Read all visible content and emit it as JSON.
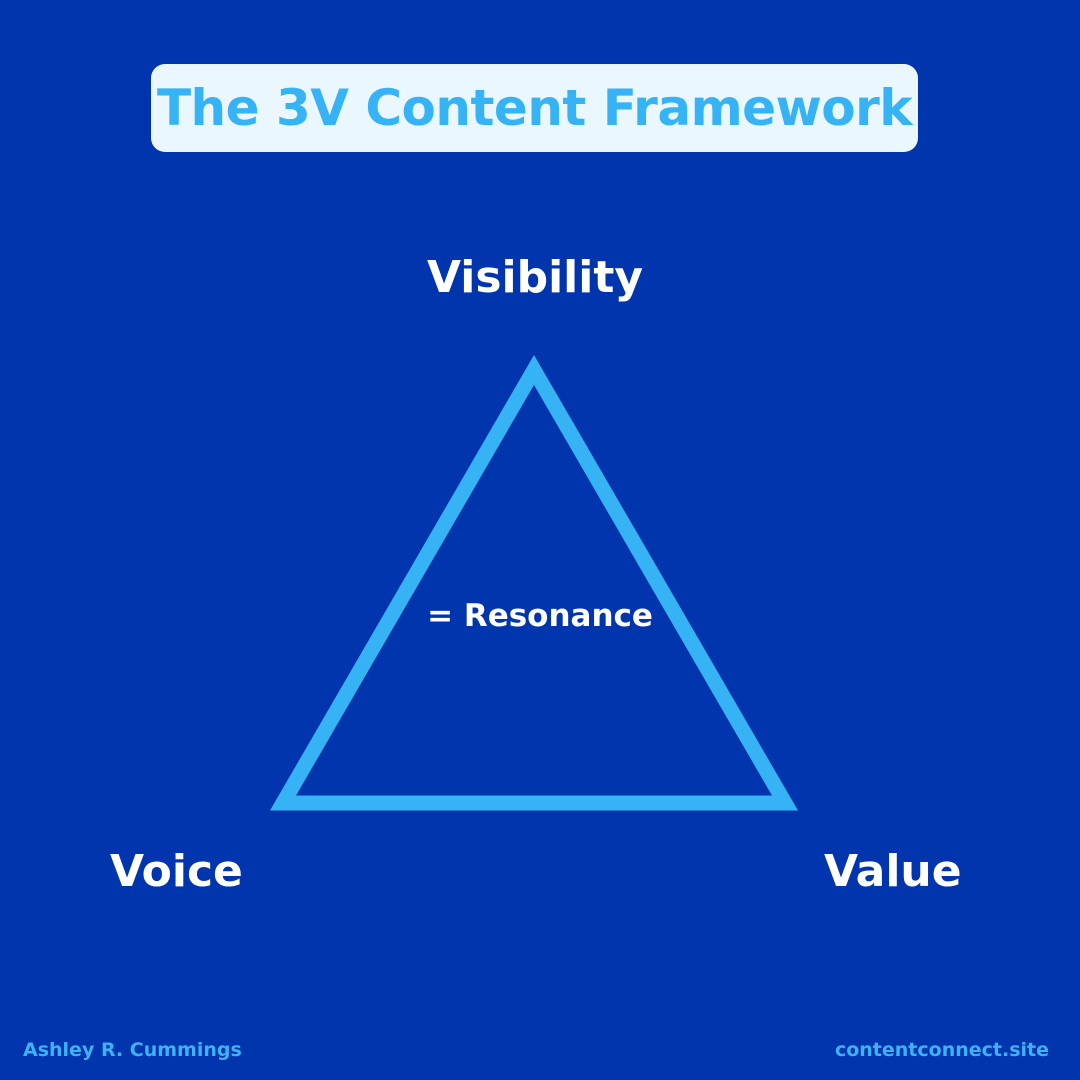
{
  "title": "The 3V Content Framework",
  "diagram": {
    "shape": "triangle",
    "outline_color": "#35b3f4",
    "top_label": "Visibility",
    "bottom_left_label": "Voice",
    "bottom_right_label": "Value",
    "center_label": "= Resonance"
  },
  "footer": {
    "author": "Ashley R. Cummings",
    "website": "contentconnect.site"
  },
  "colors": {
    "background": "#0035ad",
    "title_box": "#eaf7fe",
    "accent": "#35b3f4",
    "text": "#ffffff"
  }
}
